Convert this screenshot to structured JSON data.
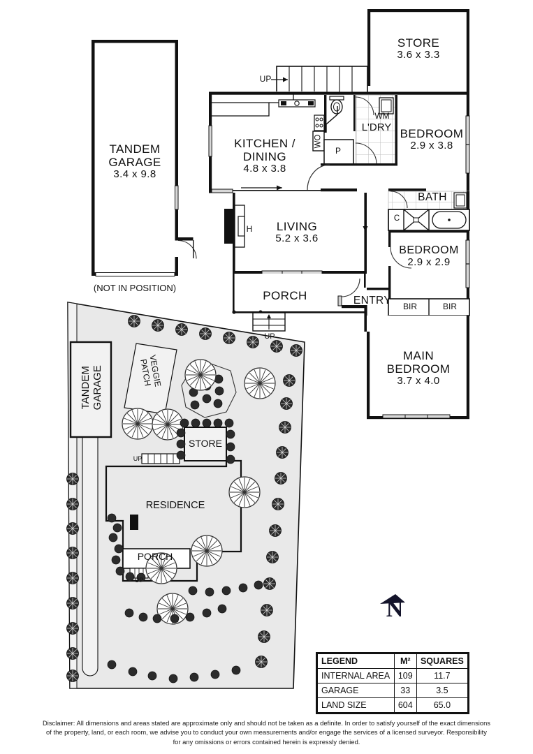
{
  "document": {
    "type": "real-estate-floor-plan",
    "title": "Floor Plan and Site Plan"
  },
  "upper_plan": {
    "rooms": [
      {
        "name": "TANDEM\nGARAGE",
        "name_line1": "TANDEM",
        "name_line2": "GARAGE",
        "dim": "3.4 x 9.8",
        "note": "(NOT IN POSITION)"
      },
      {
        "name_line1": "KITCHEN /",
        "name_line2": "DINING",
        "dim": "4.8 x 3.8"
      },
      {
        "name_line1": "LIVING",
        "dim": "5.2 x 3.6"
      },
      {
        "name_line1": "PORCH",
        "dim": ""
      },
      {
        "name_line1": "ENTRY",
        "dim": ""
      },
      {
        "name_line1": "STORE",
        "dim": "3.6 x 3.3"
      },
      {
        "name_line1": "L'DRY",
        "dim": ""
      },
      {
        "name_line1": "BEDROOM",
        "dim": "2.9 x 3.8"
      },
      {
        "name_line1": "BATH",
        "dim": ""
      },
      {
        "name_line1": "BEDROOM",
        "dim": "2.9 x 2.9"
      },
      {
        "name_line1": "MAIN",
        "name_line2": "BEDROOM",
        "dim": "3.7 x 4.0"
      }
    ],
    "labels": {
      "tandem_garage_l1": "TANDEM",
      "tandem_garage_l2": "GARAGE",
      "tandem_garage_dim": "3.4 x 9.8",
      "not_in_position": "(NOT IN POSITION)",
      "kitchen_l1": "KITCHEN /",
      "kitchen_l2": "DINING",
      "kitchen_dim": "4.8 x 3.8",
      "living": "LIVING",
      "living_dim": "5.2 x 3.6",
      "porch": "PORCH",
      "entry": "ENTRY",
      "store": "STORE",
      "store_dim": "3.6 x 3.3",
      "ldry": "L'DRY",
      "bedroom2": "BEDROOM",
      "bedroom2_dim": "2.9 x 3.8",
      "bath": "BATH",
      "bedroom3": "BEDROOM",
      "bedroom3_dim": "2.9 x 2.9",
      "main_bedroom_l1": "MAIN",
      "main_bedroom_l2": "BEDROOM",
      "main_bedroom_dim": "3.7 x 4.0",
      "wm": "WM",
      "wo": "WO",
      "p": "P",
      "c": "C",
      "h": "H",
      "bir_1": "BIR",
      "bir_2": "BIR",
      "up_stairs": "UP",
      "up_porch": "UP"
    }
  },
  "site_plan": {
    "labels": {
      "tandem_garage_l1": "TANDEM",
      "tandem_garage_l2": "GARAGE",
      "veggie_l1": "VEGGIE",
      "veggie_l2": "PATCH",
      "store": "STORE",
      "residence": "RESIDENCE",
      "porch": "PORCH",
      "up_store": "UP",
      "up_porch": "UP"
    }
  },
  "north_indicator": {
    "letter": "N",
    "icon": "north-arrow",
    "color": "#14142b"
  },
  "legend": {
    "headers": [
      "LEGEND",
      "M²",
      "SQUARES"
    ],
    "rows": [
      {
        "label": "INTERNAL AREA",
        "m2": "109",
        "squares": "11.7"
      },
      {
        "label": "GARAGE",
        "m2": "33",
        "squares": "3.5"
      },
      {
        "label": "LAND SIZE",
        "m2": "604",
        "squares": "65.0"
      }
    ]
  },
  "disclaimer": {
    "line1": "Disclaimer: All dimensions and areas stated are approximate only and should not be taken as a definite. In order to satisfy yourself of the exact dimensions",
    "line2": "of the property, land, or each room, we advise you to conduct your own measurements and/or engage the services of a licensed surveyor. Responsibility",
    "line3": "for any omissions or errors contained herein is expressly denied."
  },
  "colors": {
    "wall": "#111111",
    "site_fill": "#e9e9e9",
    "shrub_dark": "#2b2b2b",
    "north": "#14142b",
    "paper": "#ffffff"
  }
}
